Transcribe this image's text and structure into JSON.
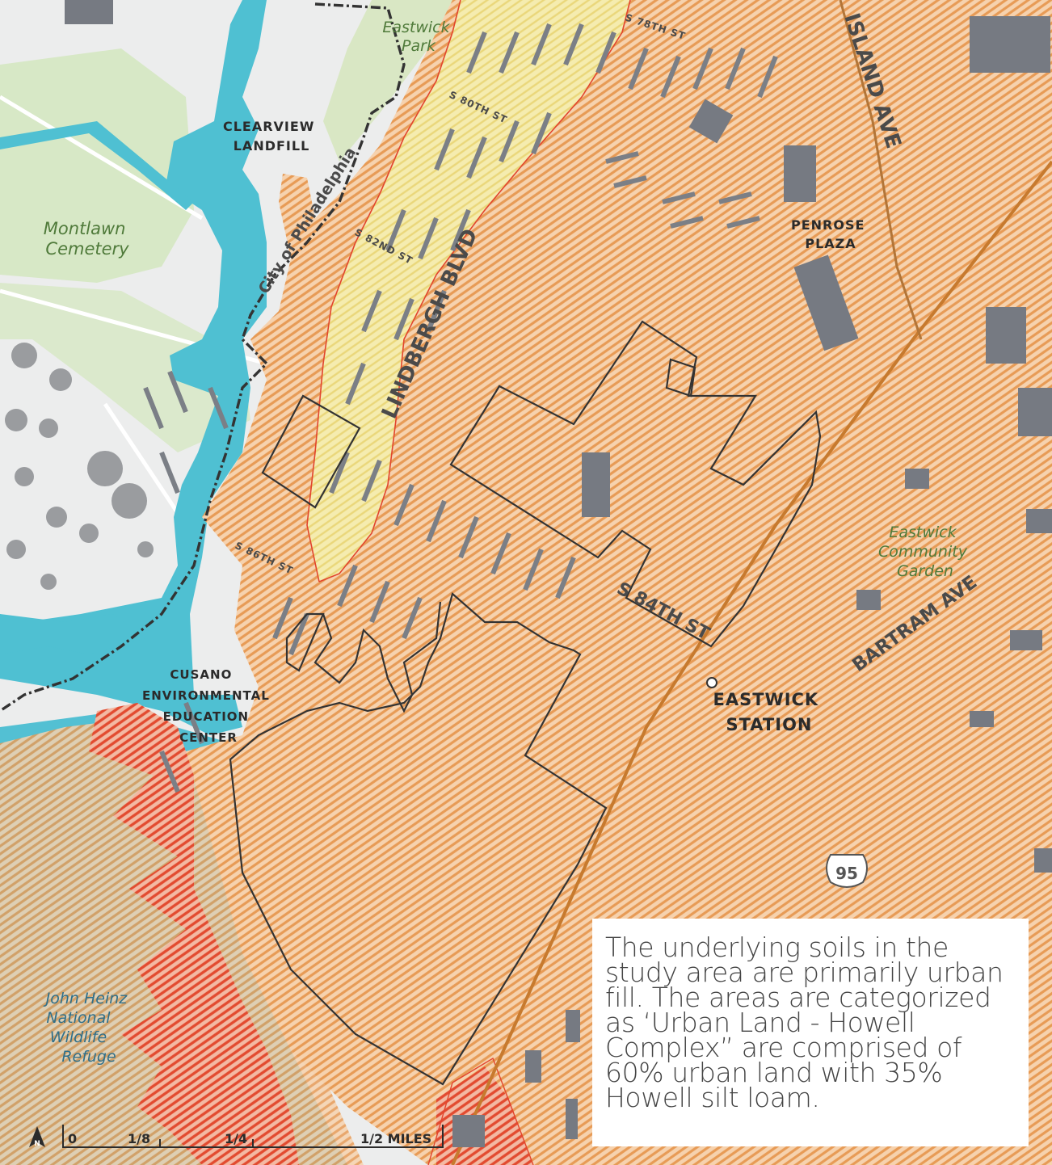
{
  "labels": {
    "clearview_landfill": [
      "CLEARVIEW",
      "LANDFILL"
    ],
    "eastwick_park": [
      "Eastwick",
      "Park"
    ],
    "montlawn_cemetery": [
      "Montlawn",
      "Cemetery"
    ],
    "city_of_philadelphia": "City of Philadelphia",
    "penrose_plaza": [
      "PENROSE",
      "PLAZA"
    ],
    "island_ave": "ISLAND AVE",
    "lindbergh_blvd": "LINDBERGH BLVD",
    "s_78th_st": "S 78TH ST",
    "s_80th_st": "S 80TH ST",
    "s_82nd_st": "S 82ND ST",
    "s_84th_st": "S 84TH ST",
    "s_86th_st": "S 86TH ST",
    "eastwick_community_garden": [
      "Eastwick",
      "Community",
      "Garden"
    ],
    "bartram_ave": "BARTRAM AVE",
    "eastwick_station": [
      "EASTWICK",
      "STATION"
    ],
    "cusano_center": [
      "CUSANO",
      "ENVIRONMENTAL",
      "EDUCATION",
      "CENTER"
    ],
    "interstate_shield": "95",
    "john_heinz_refuge": [
      "John Heinz",
      "National",
      "Wildlife",
      "Refuge"
    ]
  },
  "info_box": {
    "text": "The underlying soils in the study area are primarily urban fill. The areas are categorized as ‘Urban Land - Howell Complex” are comprised of 60% urban land with 35% Howell silt loam."
  },
  "scale_bar": {
    "north_symbol": "N",
    "ticks": [
      "0",
      "1/8",
      "1/4",
      "1/2 MILES"
    ]
  },
  "colors": {
    "urban_fill_hatch": "#e9a15d",
    "urban_fill_base": "#f3c9a0",
    "yellow_soil": "#f2e7a0",
    "red_soil": "#e85a3c",
    "water": "#5dc7d6",
    "green_space": "#d9e9c7",
    "buildings": "#7d8087",
    "outline": "#333333"
  }
}
